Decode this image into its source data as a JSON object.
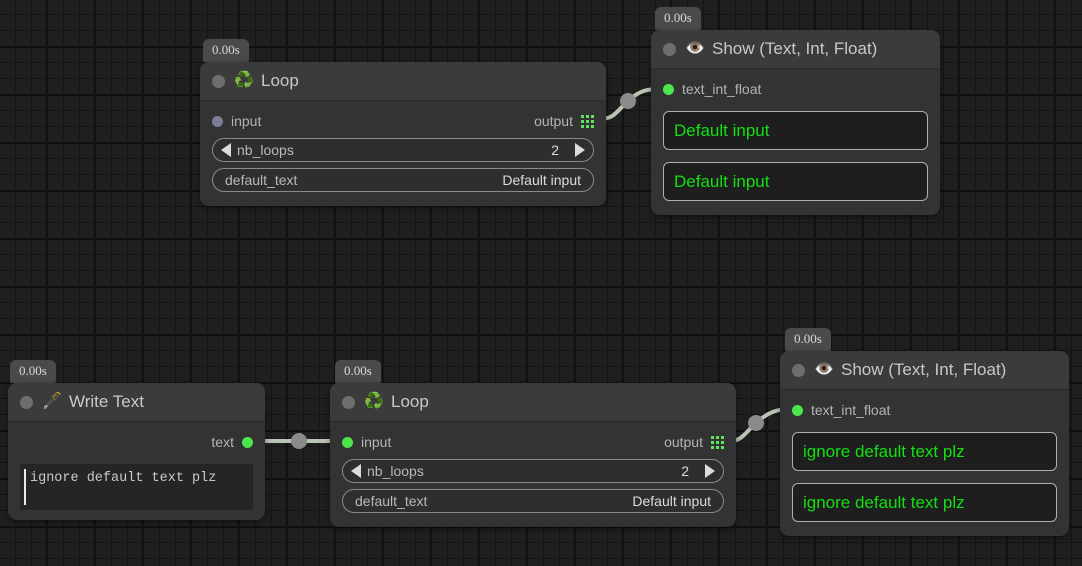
{
  "app": {
    "background_color": "#1f1f1f",
    "grid_minor_color": "#141414",
    "grid_major_color": "#0d0d0d",
    "edge_color": "#b9c4b2",
    "accent_green": "#4ce64c",
    "value_text_color": "#12e012"
  },
  "nodes": [
    {
      "id": "loop-top",
      "time_badge": "0.00s",
      "icon": "recycle-icon",
      "icon_glyph": "♻️",
      "title": "Loop",
      "input_port": {
        "label": "input",
        "state": "unconnected",
        "color": "#7a7f96"
      },
      "output_port": {
        "label": "output",
        "icon": "grid-icon"
      },
      "fields": [
        {
          "name": "nb_loops",
          "value": "2",
          "type": "stepper"
        },
        {
          "name": "default_text",
          "value": "Default input",
          "type": "text"
        }
      ]
    },
    {
      "id": "show-top",
      "time_badge": "0.00s",
      "icon": "eye-icon",
      "icon_glyph": "👁️",
      "title": "Show (Text, Int, Float)",
      "input_port": {
        "label": "text_int_float",
        "state": "connected",
        "color": "#4ce64c"
      },
      "values": [
        "Default input",
        "Default input"
      ]
    },
    {
      "id": "write-text",
      "time_badge": "0.00s",
      "icon": "pen-nib-icon",
      "icon_glyph": "🖋️",
      "title": "Write Text",
      "output_port": {
        "label": "text",
        "state": "connected",
        "color": "#4ce64c"
      },
      "editor_text": "ignore default text plz"
    },
    {
      "id": "loop-bottom",
      "time_badge": "0.00s",
      "icon": "recycle-icon",
      "icon_glyph": "♻️",
      "title": "Loop",
      "input_port": {
        "label": "input",
        "state": "connected",
        "color": "#4ce64c"
      },
      "output_port": {
        "label": "output",
        "icon": "grid-icon"
      },
      "fields": [
        {
          "name": "nb_loops",
          "value": "2",
          "type": "stepper"
        },
        {
          "name": "default_text",
          "value": "Default input",
          "type": "text"
        }
      ]
    },
    {
      "id": "show-bottom",
      "time_badge": "0.00s",
      "icon": "eye-icon",
      "icon_glyph": "👁️",
      "title": "Show (Text, Int, Float)",
      "input_port": {
        "label": "text_int_float",
        "state": "connected",
        "color": "#4ce64c"
      },
      "values": [
        "ignore default text plz",
        "ignore default text plz"
      ]
    }
  ],
  "edges": [
    {
      "from": "loop-top.output",
      "to": "show-top.text_int_float"
    },
    {
      "from": "write-text.text",
      "to": "loop-bottom.input"
    },
    {
      "from": "loop-bottom.output",
      "to": "show-bottom.text_int_float"
    }
  ]
}
